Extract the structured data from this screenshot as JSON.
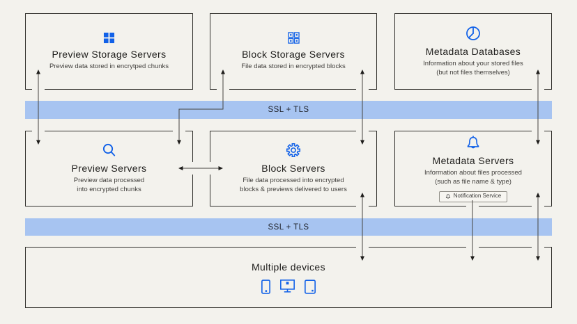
{
  "colors": {
    "background": "#f3f2ed",
    "accent_blue": "#1161e8",
    "band_blue": "#a7c4f1",
    "box_border": "#32312d"
  },
  "ssl_bands": [
    {
      "label": "SSL + TLS"
    },
    {
      "label": "SSL + TLS"
    }
  ],
  "top_row": {
    "preview_storage": {
      "icon": "grid-filled-icon",
      "title": "Preview Storage Servers",
      "subtitle": "Preview data stored in encrytped chunks"
    },
    "block_storage": {
      "icon": "grid-outline-icon",
      "title": "Block Storage Servers",
      "subtitle": "File data stored in encrypted blocks"
    },
    "metadata_databases": {
      "icon": "pie-chart-icon",
      "title": "Metadata Databases",
      "subtitle_line1": "Information about your stored files",
      "subtitle_line2": "(but not files themselves)"
    }
  },
  "middle_row": {
    "preview_servers": {
      "icon": "magnifier-icon",
      "title": "Preview Servers",
      "subtitle_line1": "Preview data processed",
      "subtitle_line2": "into encrypted chunks"
    },
    "block_servers": {
      "icon": "gear-icon",
      "title": "Block Servers",
      "subtitle_line1": "File data processed into encrypted",
      "subtitle_line2": "blocks & previews delivered to users"
    },
    "metadata_servers": {
      "icon": "bell-icon",
      "title": "Metadata Servers",
      "subtitle_line1": "Information about files processed",
      "subtitle_line2": "(such as file name & type)",
      "badge": {
        "icon": "bell-icon",
        "label": "Notification Service"
      }
    }
  },
  "bottom_row": {
    "devices": {
      "title": "Multiple devices",
      "icons": [
        "smartphone-icon",
        "monitor-icon",
        "tablet-icon"
      ]
    }
  }
}
